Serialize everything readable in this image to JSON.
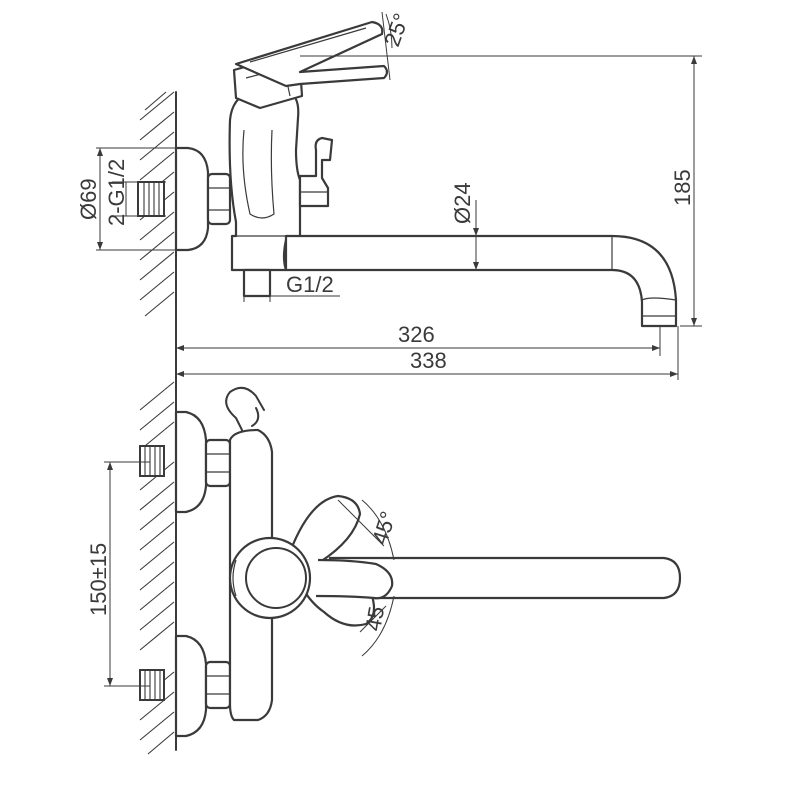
{
  "drawing": {
    "side_view": {
      "angle_handle": "25°",
      "dim_flange_diameter": "Ø69",
      "dim_inlet_thread": "2-G1/2",
      "dim_spout_diameter": "Ø24",
      "dim_height": "185",
      "dim_outlet_thread": "G1/2",
      "dim_reach_inner": "326",
      "dim_reach_outer": "338"
    },
    "top_view": {
      "dim_centers": "150±15",
      "angle_upper": "45°",
      "angle_lower": "45"
    }
  }
}
